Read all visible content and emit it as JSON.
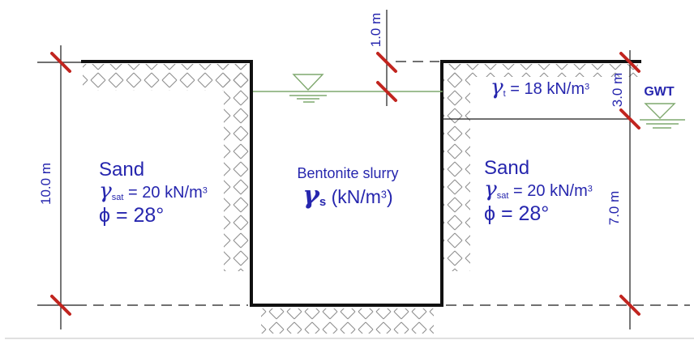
{
  "colors": {
    "text": "#2626ae",
    "tick": "#c1251f",
    "water": "#7fa86e",
    "ink": "#111111",
    "hatch": "#8f8f8f"
  },
  "dimensions": {
    "freeboard": "1.0 m",
    "upper_right": "3.0 m",
    "lower_right": "7.0 m",
    "left_depth": "10.0 m"
  },
  "groundwater": {
    "label": "GWT"
  },
  "slurry": {
    "name": "Bentonite slurry",
    "gamma_symbol": "γ",
    "gamma_sub": "s",
    "units_open": " (kN/m",
    "units_exp": "3",
    "units_close": ")"
  },
  "left_soil": {
    "name": "Sand",
    "gamma_symbol": "γ",
    "gamma_sub": "sat",
    "gamma_value": " = 20 kN/m",
    "gamma_exp": "3",
    "phi": "ϕ = 28°"
  },
  "right_soil": {
    "name": "Sand",
    "gamma_symbol": "γ",
    "gamma_sub": "sat",
    "gamma_value": " = 20 kN/m",
    "gamma_exp": "3",
    "phi": "ϕ = 28°"
  },
  "top_layer": {
    "gamma_symbol": "γ",
    "gamma_sub": "t",
    "gamma_value": " = 18 kN/m",
    "gamma_exp": "3"
  }
}
